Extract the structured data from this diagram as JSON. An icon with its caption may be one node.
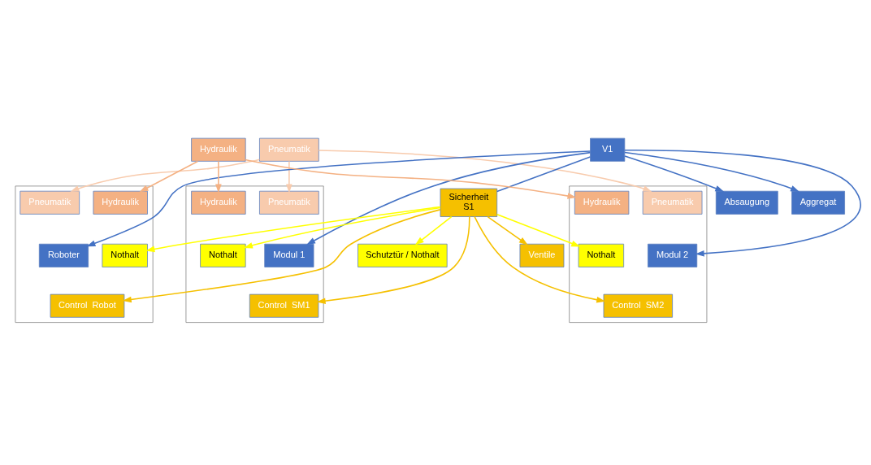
{
  "diagram": {
    "nodes": [
      {
        "text": [
          "Pneumatik"
        ]
      },
      {
        "text": [
          "Absaugung"
        ]
      },
      {
        "text": [
          "V1"
        ]
      },
      {
        "text": [
          "Hydraulik"
        ]
      },
      {
        "text": [
          "Aggregat"
        ]
      },
      {
        "text": [
          "Ventile"
        ]
      },
      {
        "text": [
          "Schutztür / Nothalt"
        ]
      },
      {
        "text": [],
        "shape": "box"
      },
      {
        "text": [
          "Pneumatik"
        ],
        "in": 7
      },
      {
        "text": [
          "Hydraulik"
        ],
        "in": 7
      },
      {
        "text": [
          "Modul 1"
        ],
        "in": 7
      },
      {
        "text": [
          "Nothalt"
        ],
        "in": 7
      },
      {
        "text": [
          "Control  SM1"
        ],
        "in": 7
      },
      {
        "text": [],
        "shape": "box"
      },
      {
        "text": [
          "Pneumatik"
        ],
        "in": 13
      },
      {
        "text": [
          "Hydraulik"
        ],
        "in": 13
      },
      {
        "text": [
          "Modul 2"
        ],
        "in": 13
      },
      {
        "text": [
          "Nothalt"
        ],
        "in": 13
      },
      {
        "text": [
          "Control  SM2"
        ],
        "in": 13
      },
      {
        "text": [],
        "shape": "box"
      },
      {
        "text": [
          "Pneumatik"
        ],
        "in": 19
      },
      {
        "text": [
          "Hydraulik"
        ],
        "in": 19
      },
      {
        "text": [
          "Roboter"
        ],
        "in": 19
      },
      {
        "text": [
          "Nothalt"
        ],
        "in": 19
      },
      {
        "text": [
          "Control  Robot"
        ],
        "in": 19
      },
      {
        "text": [
          "Sicherheit",
          "S1"
        ]
      }
    ],
    "edges": [
      {
        "from": 0,
        "to": 8,
        "arrow": "to",
        "color": "#f8cbad"
      },
      {
        "from": 0,
        "to": 14,
        "arrow": "to",
        "color": "#f8cbad"
      },
      {
        "from": 0,
        "to": 20,
        "arrow": "to",
        "color": "#f8cbad"
      },
      {
        "from": 3,
        "to": 9,
        "arrow": "to",
        "color": "#f4b183"
      },
      {
        "from": 3,
        "to": 15,
        "arrow": "to",
        "color": "#f4b183"
      },
      {
        "from": 3,
        "to": 21,
        "arrow": "to",
        "color": "#f4b183"
      },
      {
        "from": 2,
        "to": 1,
        "arrow": "to",
        "color": "#4472c4"
      },
      {
        "from": 2,
        "to": 4,
        "arrow": "to",
        "color": "#4472c4"
      },
      {
        "from": 2,
        "to": 10,
        "arrow": "to",
        "color": "#4472c4"
      },
      {
        "from": 2,
        "to": 16,
        "arrow": "to",
        "color": "#4472c4"
      },
      {
        "from": 2,
        "to": 22,
        "arrow": "to",
        "color": "#4472c4"
      },
      {
        "from": 2,
        "to": 25,
        "arrow": "none",
        "color": "#4472c4"
      },
      {
        "from": 25,
        "to": 5,
        "arrow": "to",
        "color": "#f5c000"
      },
      {
        "from": 25,
        "to": 12,
        "arrow": "to",
        "color": "#f5c000"
      },
      {
        "from": 25,
        "to": 18,
        "arrow": "to",
        "color": "#f5c000"
      },
      {
        "from": 25,
        "to": 24,
        "arrow": "to",
        "color": "#f5c000"
      },
      {
        "from": 25,
        "to": 11,
        "arrow": "to",
        "color": "#ffff00"
      },
      {
        "from": 25,
        "to": 17,
        "arrow": "to",
        "color": "#ffff00"
      },
      {
        "from": 25,
        "to": 23,
        "arrow": "to",
        "color": "#ffff00"
      },
      {
        "from": 25,
        "to": 6,
        "arrow": "to",
        "color": "#ffff00"
      }
    ]
  }
}
